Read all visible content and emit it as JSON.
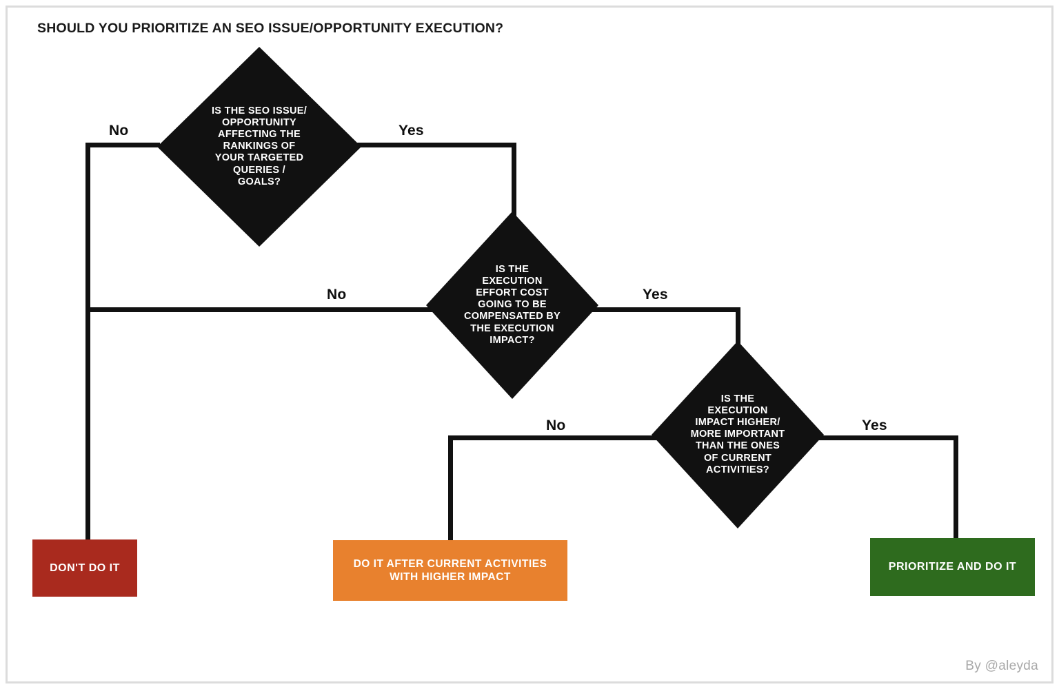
{
  "page": {
    "title": "SHOULD YOU PRIORITIZE AN SEO ISSUE/OPPORTUNITY EXECUTION?",
    "credit": "By @aleyda",
    "background": "#ffffff",
    "frame_color": "#dcdcdc"
  },
  "colors": {
    "decision": "#111111",
    "decision_text": "#ffffff",
    "connector": "#111111",
    "label_text": "#0f0f0f",
    "negative": "#a92a1e",
    "warning": "#e8812e",
    "positive": "#2e6b1e"
  },
  "flowchart": {
    "type": "decision-tree",
    "decisions": [
      {
        "id": "d1",
        "text": "IS THE SEO ISSUE/\nOPPORTUNITY\nAFFECTING THE\nRANKINGS OF\nYOUR TARGETED\nQUERIES /\nGOALS?",
        "font_size": 14.5
      },
      {
        "id": "d2",
        "text": "IS THE\nEXECUTION\nEFFORT COST\nGOING TO BE\nCOMPENSATED BY\nTHE EXECUTION\nIMPACT?",
        "font_size": 14.5
      },
      {
        "id": "d3",
        "text": "IS THE\nEXECUTION\nIMPACT HIGHER/\nMORE IMPORTANT\nTHAN THE ONES\nOF CURRENT\nACTIVITIES?",
        "font_size": 14.5
      }
    ],
    "edge_labels": {
      "d1_no": "No",
      "d1_yes": "Yes",
      "d2_no": "No",
      "d2_yes": "Yes",
      "d3_no": "No",
      "d3_yes": "Yes"
    },
    "outcomes": [
      {
        "id": "o1",
        "label": "DON'T DO IT",
        "color": "#a92a1e",
        "font_size": 16
      },
      {
        "id": "o2",
        "label": "DO IT AFTER CURRENT ACTIVITIES\nWITH HIGHER IMPACT",
        "color": "#e8812e",
        "font_size": 15.5
      },
      {
        "id": "o3",
        "label": "PRIORITIZE AND DO IT",
        "color": "#2e6b1e",
        "font_size": 16
      }
    ]
  }
}
